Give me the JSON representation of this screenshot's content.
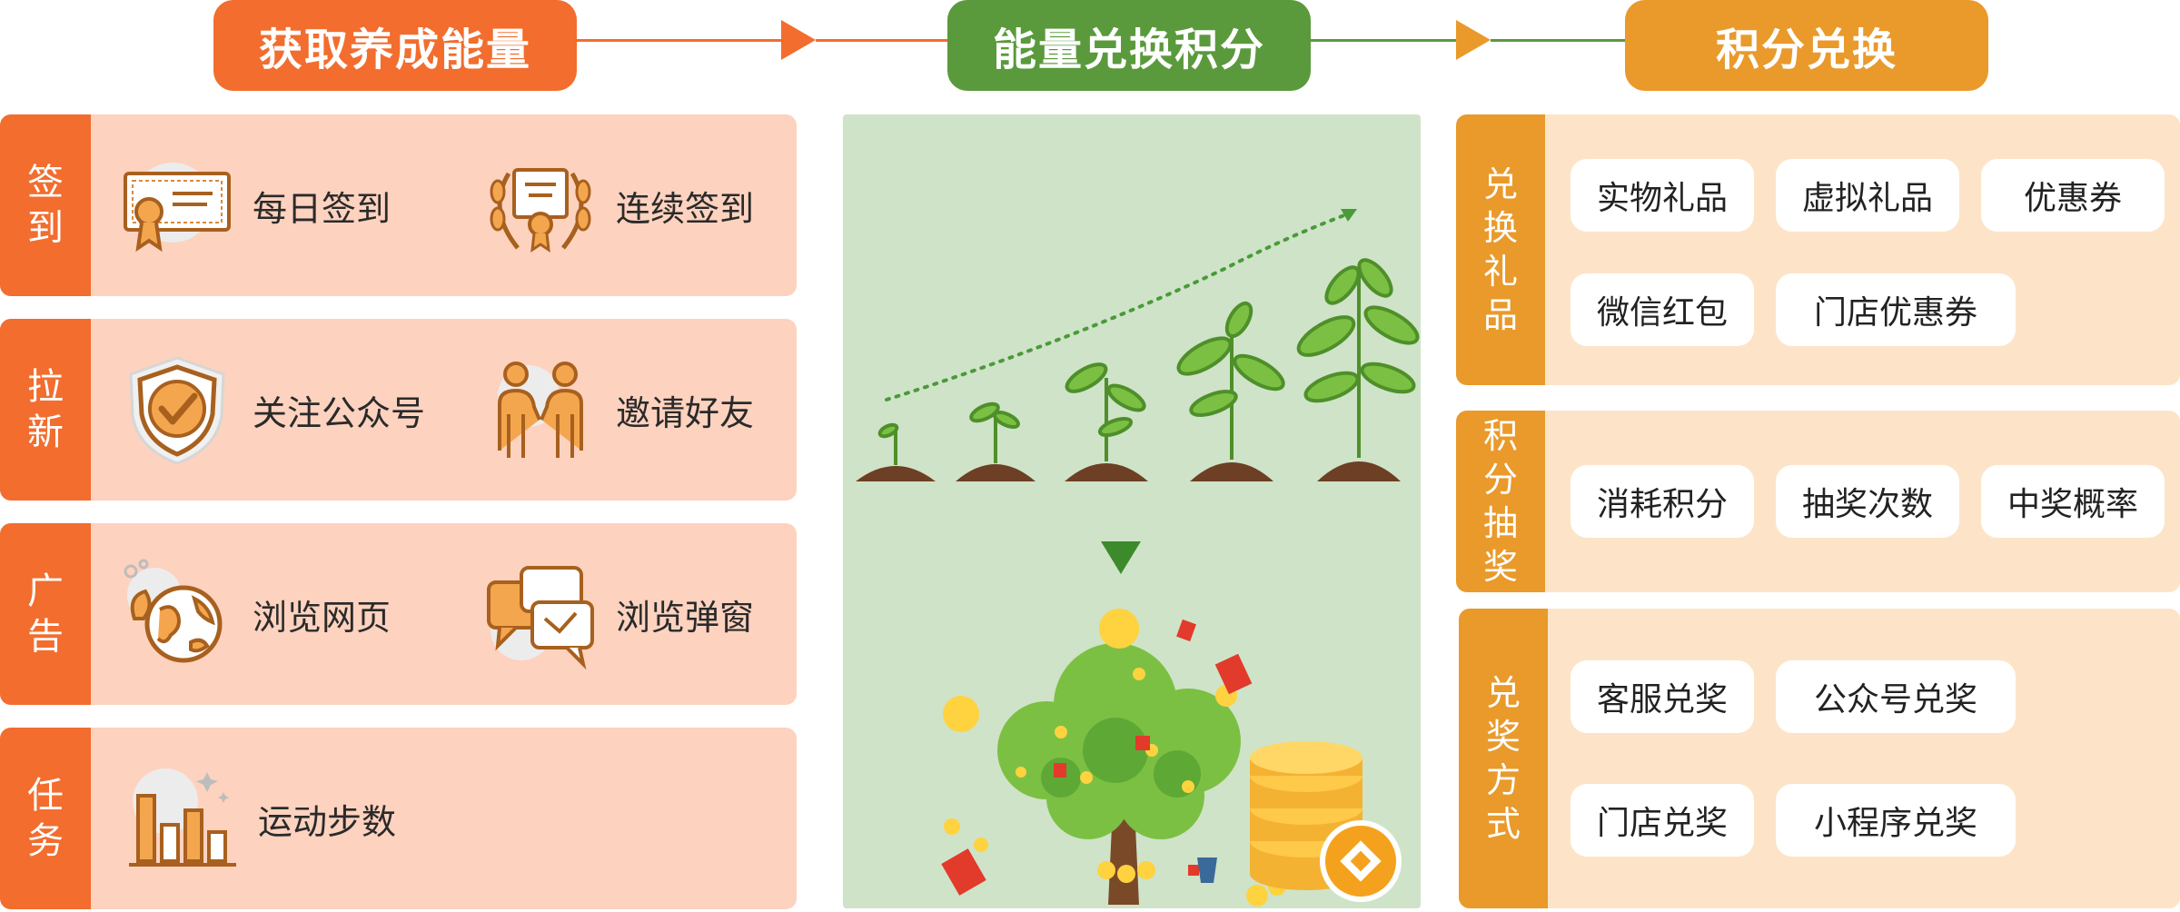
{
  "headers": {
    "step1": "获取养成能量",
    "step2": "能量兑换积分",
    "step3": "积分兑换"
  },
  "colors": {
    "orange": "#f26d2e",
    "green": "#5a9a3c",
    "amber": "#e99a2b",
    "peach": "#fdd2bf",
    "cream": "#fde4c8",
    "mint": "#cfe3c8"
  },
  "earn_rows": [
    {
      "tab": [
        "签",
        "到"
      ],
      "items": [
        {
          "label": "每日签到",
          "icon": "certificate-icon"
        },
        {
          "label": "连续签到",
          "icon": "award-laurel-icon"
        }
      ]
    },
    {
      "tab": [
        "拉",
        "新"
      ],
      "items": [
        {
          "label": "关注公众号",
          "icon": "shield-check-icon"
        },
        {
          "label": "邀请好友",
          "icon": "handshake-people-icon"
        }
      ]
    },
    {
      "tab": [
        "广",
        "告"
      ],
      "items": [
        {
          "label": "浏览网页",
          "icon": "globe-leaf-icon"
        },
        {
          "label": "浏览弹窗",
          "icon": "chat-bubbles-icon"
        }
      ]
    },
    {
      "tab": [
        "任",
        "务"
      ],
      "items": [
        {
          "label": "运动步数",
          "icon": "bar-chart-icon"
        }
      ]
    }
  ],
  "redeem_sections": [
    {
      "tab": [
        "兑",
        "换",
        "礼",
        "品"
      ],
      "chips": [
        "实物礼品",
        "虚拟礼品",
        "优惠券",
        "微信红包",
        "门店优惠券"
      ]
    },
    {
      "tab": [
        "积",
        "分",
        "抽",
        "奖"
      ],
      "chips": [
        "消耗积分",
        "抽奖次数",
        "中奖概率"
      ]
    },
    {
      "tab": [
        "兑",
        "奖",
        "方",
        "式"
      ],
      "chips": [
        "客服兑奖",
        "公众号兑奖",
        "门店兑奖",
        "小程序兑奖"
      ]
    }
  ]
}
